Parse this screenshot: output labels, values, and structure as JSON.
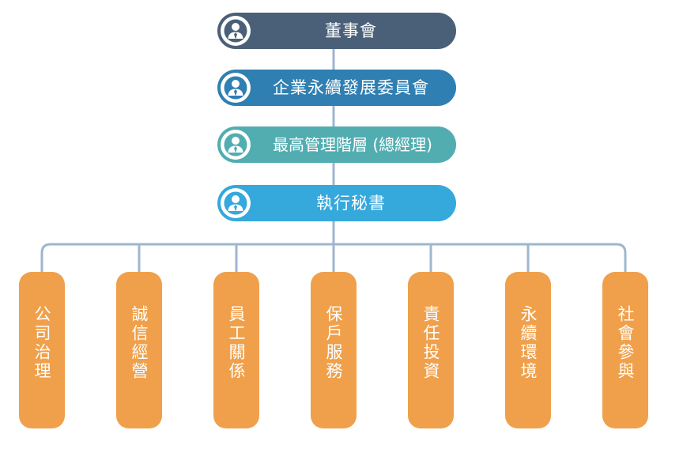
{
  "chart": {
    "levels": [
      {
        "label": "董事會",
        "color": "#4a6078",
        "icon": "person-icon"
      },
      {
        "label": "企業永續發展委員會",
        "color": "#2f7fb2",
        "icon": "person-icon"
      },
      {
        "label": "最高管理階層 (總經理)",
        "color": "#52adb1",
        "icon": "person-icon"
      },
      {
        "label": "執行秘書",
        "color": "#35a8dc",
        "icon": "person-icon"
      }
    ],
    "departments": [
      {
        "label": "公司治理"
      },
      {
        "label": "誠信經營"
      },
      {
        "label": "員工關係"
      },
      {
        "label": "保戶服務"
      },
      {
        "label": "責任投資"
      },
      {
        "label": "永續環境"
      },
      {
        "label": "社會參與"
      }
    ],
    "department_color": "#f0a04b",
    "connector_color": "#9fb6cf"
  }
}
